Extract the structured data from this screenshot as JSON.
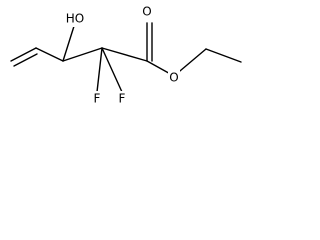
{
  "molecule": {
    "atoms": [
      {
        "id": "hydroxyl",
        "label": "HO"
      },
      {
        "id": "carbonyl-oxygen",
        "label": "O"
      },
      {
        "id": "ester-oxygen",
        "label": "O"
      },
      {
        "id": "fluorine-1",
        "label": "F"
      },
      {
        "id": "fluorine-2",
        "label": "F"
      }
    ]
  }
}
